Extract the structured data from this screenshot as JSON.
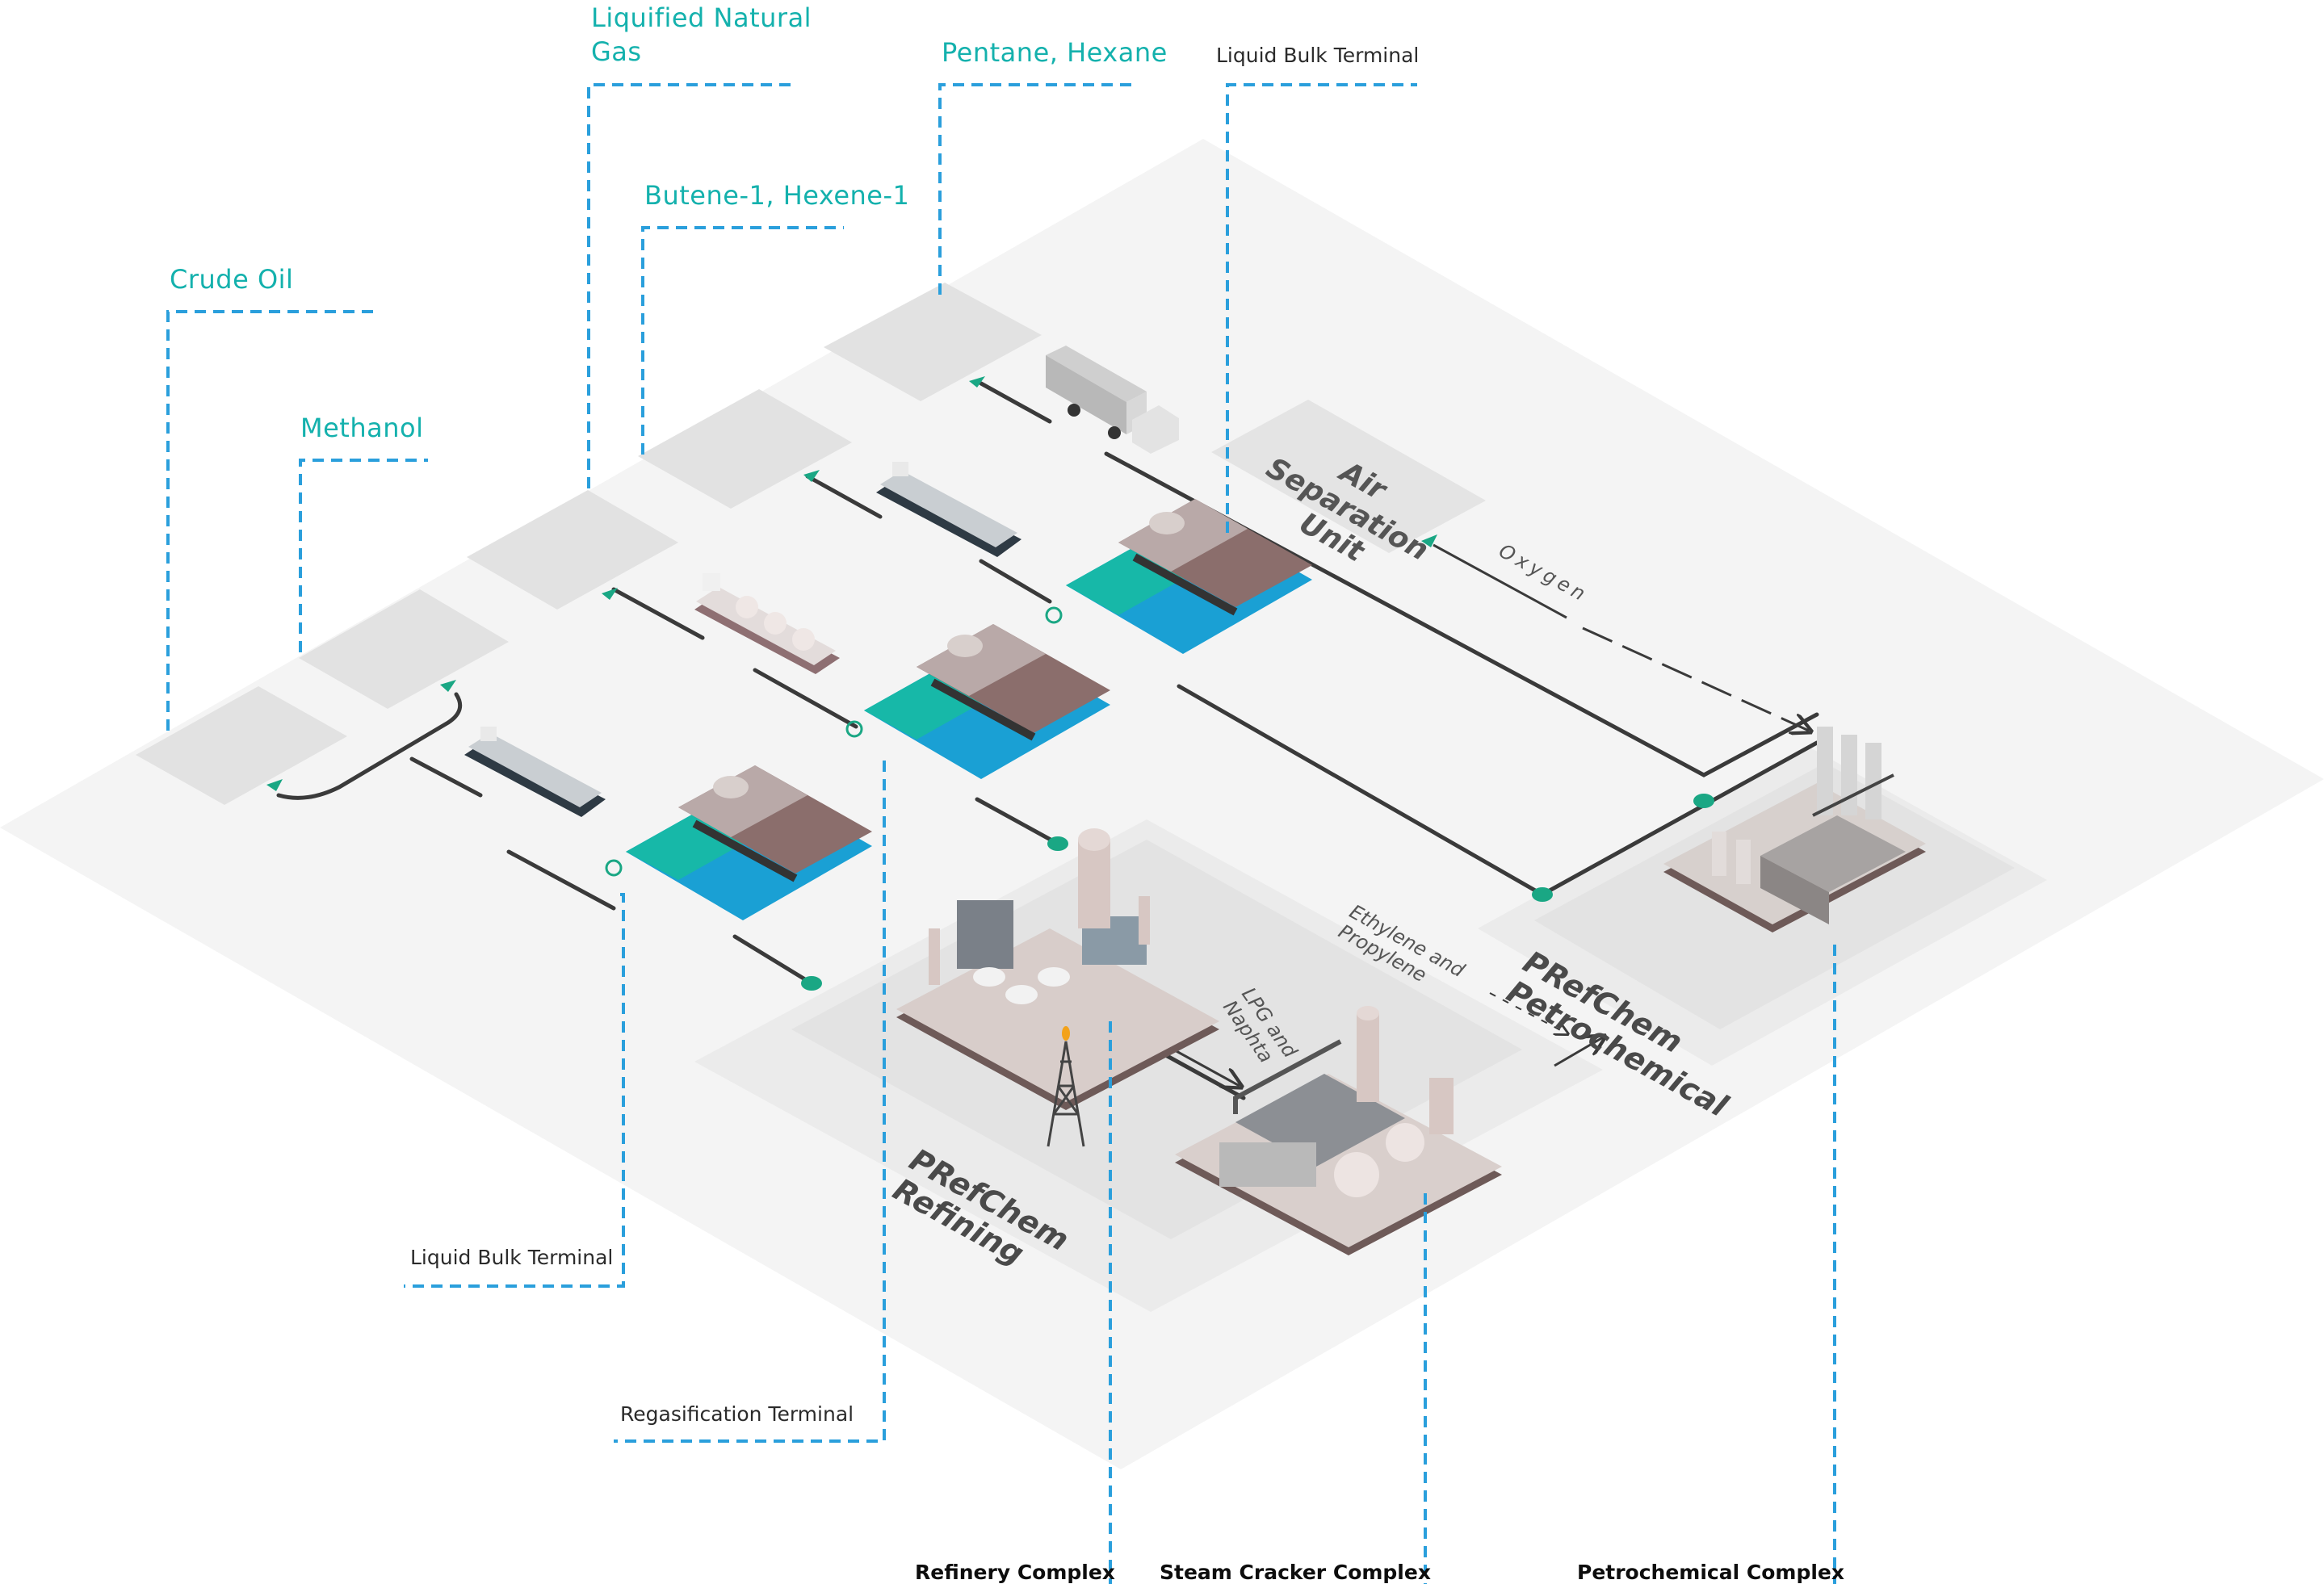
{
  "colors": {
    "accent_teal": "#14b1ad",
    "dash_blue": "#2a9fdc",
    "line_dark": "#3a3a3a",
    "node_green": "#1aa784",
    "ground": "#f4f4f4",
    "pad": "#e6e6e6",
    "water": "#1aa0d4"
  },
  "products": {
    "crude_oil": "Crude Oil",
    "methanol": "Methanol",
    "lng_line1": "Liquified Natural",
    "lng_line2": "Gas",
    "butene_hexene": "Butene-1, Hexene-1",
    "pentane_hexane": "Pentane, Hexane"
  },
  "terminals": {
    "liquid_bulk_top": "Liquid Bulk Terminal",
    "liquid_bulk_left": "Liquid Bulk Terminal",
    "regasification": "Regasification Terminal"
  },
  "complexes": {
    "refinery": "Refinery Complex",
    "steam_cracker": "Steam Cracker Complex",
    "petrochemical": "Petrochemical Complex"
  },
  "zones": {
    "refining_line1": "PRefChem",
    "refining_line2": "Refining",
    "petrochem_line1": "PRefChem",
    "petrochem_line2": "Petrochemical",
    "asu_line1": "Air",
    "asu_line2": "Separation",
    "asu_line3": "Unit"
  },
  "flows": {
    "oxygen": "Oxygen",
    "lpg_line1": "LPG and",
    "lpg_line2": "Naphta",
    "eth_line1": "Ethylene and",
    "eth_line2": "Propylene"
  },
  "icons": [
    "tanker-ship-icon",
    "lng-carrier-icon",
    "jetty-terminal-icon",
    "truck-icon",
    "refinery-plant-icon",
    "flare-tower-icon",
    "steam-cracker-icon",
    "petrochemical-plant-icon"
  ]
}
